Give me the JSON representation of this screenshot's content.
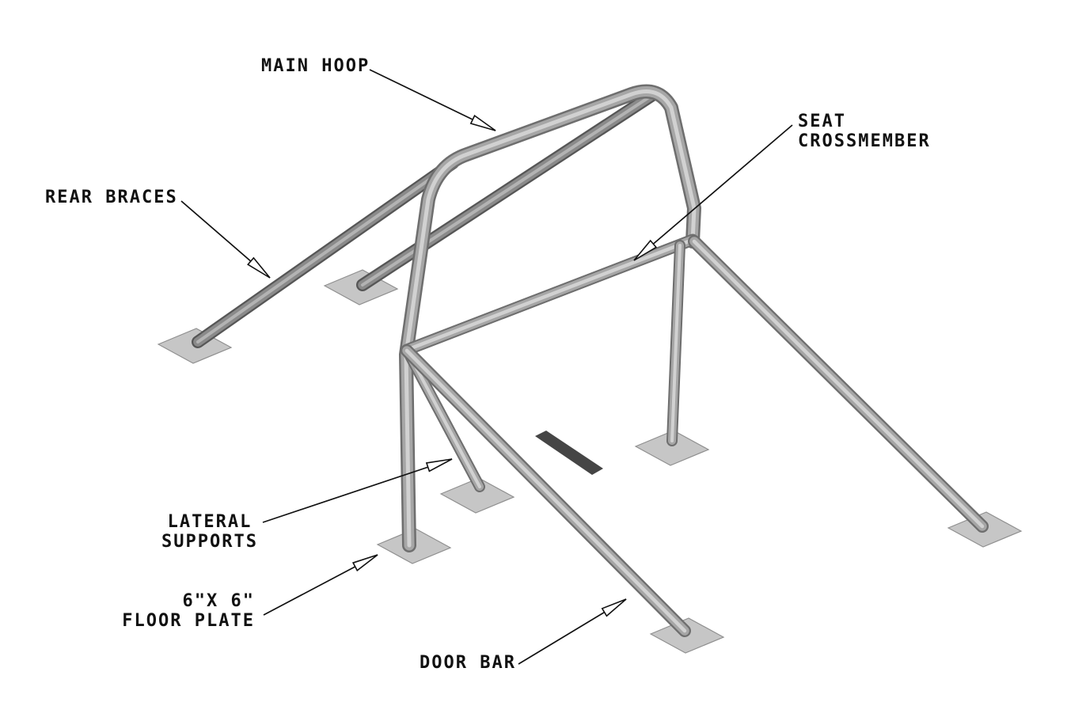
{
  "page": {
    "background": "#ffffff"
  },
  "diagram": {
    "type": "technical-illustration",
    "subject": "roll bar cage assembly with callouts",
    "colors": {
      "tube_edge": "#6e6e6e",
      "tube_body": "#a6a6a6",
      "tube_highlight": "#d1d1d1",
      "brace_edge": "#565656",
      "brace_body": "#8a8a8a",
      "plate_fill": "#c6c6c6",
      "leader_line": "#111111",
      "label_text": "#111111"
    },
    "labels": {
      "main_hoop": "MAIN HOOP",
      "seat_crossmember": "SEAT\nCROSSMEMBER",
      "rear_braces": "REAR BRACES",
      "lateral_supports": "LATERAL\nSUPPORTS",
      "floor_plate": "6\"X 6\"\nFLOOR PLATE",
      "door_bar": "DOOR BAR"
    }
  }
}
